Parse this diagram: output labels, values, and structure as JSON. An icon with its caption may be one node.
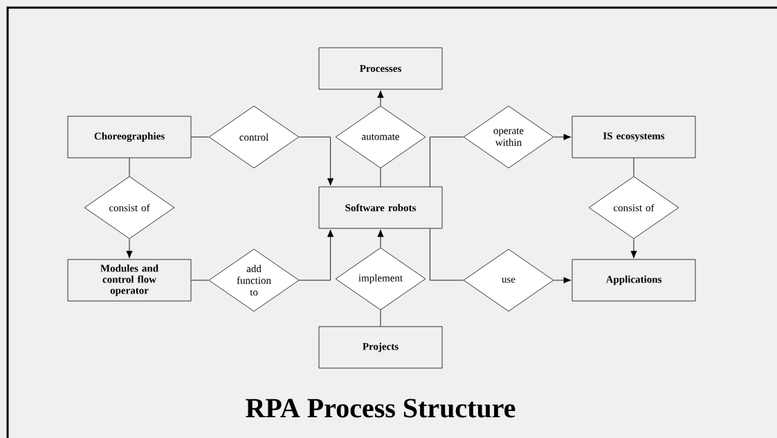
{
  "diagram": {
    "title": "RPA Process Structure",
    "nodes": [
      {
        "text": [
          "Processes"
        ]
      },
      {
        "text": [
          "Choreographies"
        ]
      },
      {
        "text": [
          "control"
        ]
      },
      {
        "text": [
          "automate"
        ]
      },
      {
        "text": [
          "operate within"
        ]
      },
      {
        "text": [
          "IS ecosystems"
        ]
      },
      {
        "text": [
          "consist of"
        ]
      },
      {
        "text": [
          "Software robots"
        ]
      },
      {
        "text": [
          "consist of"
        ]
      },
      {
        "text": [
          "Modules and control flow operator"
        ]
      },
      {
        "text": [
          "add function to"
        ]
      },
      {
        "text": [
          "implement"
        ]
      },
      {
        "text": [
          "use"
        ]
      },
      {
        "text": [
          "Applications"
        ]
      },
      {
        "text": [
          "Projects"
        ]
      }
    ],
    "edges": [
      {
        "from": 1,
        "to": 2,
        "arrow": "none"
      },
      {
        "from": 2,
        "to": 7,
        "arrow": "to"
      },
      {
        "from": 7,
        "to": 3,
        "arrow": "none"
      },
      {
        "from": 3,
        "to": 0,
        "arrow": "to"
      },
      {
        "from": 7,
        "to": 4,
        "arrow": "none"
      },
      {
        "from": 4,
        "to": 5,
        "arrow": "to"
      },
      {
        "from": 1,
        "to": 6,
        "arrow": "none"
      },
      {
        "from": 6,
        "to": 9,
        "arrow": "to"
      },
      {
        "from": 5,
        "to": 8,
        "arrow": "none"
      },
      {
        "from": 8,
        "to": 13,
        "arrow": "to"
      },
      {
        "from": 9,
        "to": 10,
        "arrow": "none"
      },
      {
        "from": 10,
        "to": 7,
        "arrow": "to"
      },
      {
        "from": 14,
        "to": 11,
        "arrow": "none"
      },
      {
        "from": 11,
        "to": 7,
        "arrow": "to"
      },
      {
        "from": 7,
        "to": 12,
        "arrow": "none"
      },
      {
        "from": 12,
        "to": 13,
        "arrow": "to"
      }
    ]
  }
}
